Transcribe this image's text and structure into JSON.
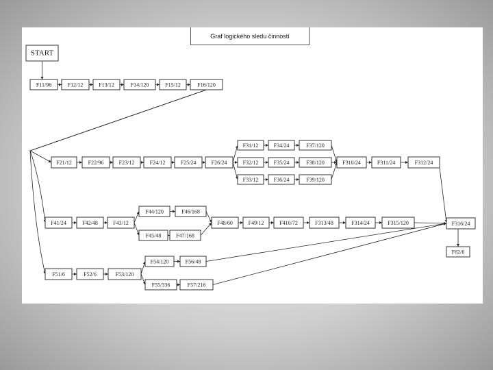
{
  "title": "Graf logického sledu činností",
  "nodes": [
    "START",
    "F11/96",
    "F12/12",
    "F13/12",
    "F14/120",
    "F15/12",
    "F16/120",
    "F21/12",
    "F22/96",
    "F23/12",
    "F24/12",
    "F25/24",
    "F26/24",
    "F31/12",
    "F34/24",
    "F37/120",
    "F32/12",
    "F35/24",
    "F38/120",
    "F33/12",
    "F36/24",
    "F39/120",
    "F310/24",
    "F311/24",
    "F312/24",
    "F41/24",
    "F42/48",
    "F43/12",
    "F44/120",
    "F46/168",
    "F45/48",
    "F47/168",
    "F48/60",
    "F49/12",
    "F410/72",
    "F313/48",
    "F314/24",
    "F315/120",
    "F316/24",
    "F62/6",
    "F51/6",
    "F52/6",
    "F53/120",
    "F54/120",
    "F56/48",
    "F55/336",
    "F57/216"
  ],
  "edges": [
    [
      "START",
      "F11/96"
    ],
    [
      "F11/96",
      "F12/12"
    ],
    [
      "F12/12",
      "F13/12"
    ],
    [
      "F13/12",
      "F14/120"
    ],
    [
      "F14/120",
      "F15/12"
    ],
    [
      "F15/12",
      "F16/120"
    ],
    [
      "F16/120",
      "F21/12"
    ],
    [
      "F16/120",
      "F41/24"
    ],
    [
      "F16/120",
      "F51/6"
    ],
    [
      "F21/12",
      "F22/96"
    ],
    [
      "F22/96",
      "F23/12"
    ],
    [
      "F23/12",
      "F24/12"
    ],
    [
      "F24/12",
      "F25/24"
    ],
    [
      "F25/24",
      "F26/24"
    ],
    [
      "F26/24",
      "F31/12"
    ],
    [
      "F26/24",
      "F32/12"
    ],
    [
      "F26/24",
      "F33/12"
    ],
    [
      "F31/12",
      "F34/24"
    ],
    [
      "F34/24",
      "F37/120"
    ],
    [
      "F32/12",
      "F35/24"
    ],
    [
      "F35/24",
      "F38/120"
    ],
    [
      "F33/12",
      "F36/24"
    ],
    [
      "F36/24",
      "F39/120"
    ],
    [
      "F37/120",
      "F310/24"
    ],
    [
      "F38/120",
      "F310/24"
    ],
    [
      "F39/120",
      "F310/24"
    ],
    [
      "F310/24",
      "F311/24"
    ],
    [
      "F311/24",
      "F312/24"
    ],
    [
      "F312/24",
      "F316/24"
    ],
    [
      "F41/24",
      "F42/48"
    ],
    [
      "F42/48",
      "F43/12"
    ],
    [
      "F43/12",
      "F44/120"
    ],
    [
      "F43/12",
      "F45/48"
    ],
    [
      "F44/120",
      "F46/168"
    ],
    [
      "F45/48",
      "F47/168"
    ],
    [
      "F46/168",
      "F48/60"
    ],
    [
      "F47/168",
      "F48/60"
    ],
    [
      "F48/60",
      "F49/12"
    ],
    [
      "F49/12",
      "F410/72"
    ],
    [
      "F410/72",
      "F313/48"
    ],
    [
      "F313/48",
      "F314/24"
    ],
    [
      "F314/24",
      "F315/120"
    ],
    [
      "F315/120",
      "F316/24"
    ],
    [
      "F316/24",
      "F62/6"
    ],
    [
      "F51/6",
      "F52/6"
    ],
    [
      "F52/6",
      "F53/120"
    ],
    [
      "F53/120",
      "F54/120"
    ],
    [
      "F53/120",
      "F55/336"
    ],
    [
      "F54/120",
      "F56/48"
    ],
    [
      "F55/336",
      "F57/216"
    ],
    [
      "F56/48",
      "F316/24"
    ],
    [
      "F57/216",
      "F316/24"
    ]
  ]
}
